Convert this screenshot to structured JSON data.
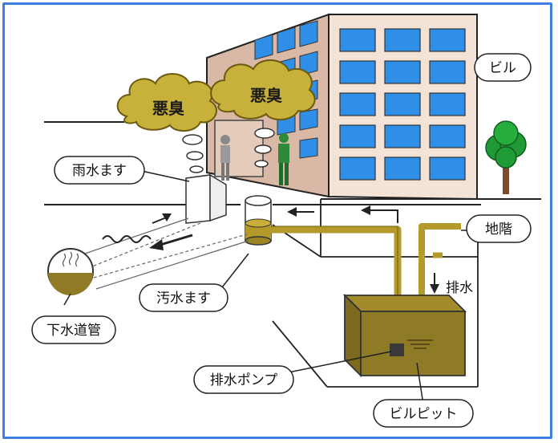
{
  "labels": {
    "building": "ビル",
    "basement": "地階",
    "rain_basin": "雨水ます",
    "sewage_basin": "汚水ます",
    "sewer_pipe": "下水道管",
    "drainage": "排水",
    "drain_pump": "排水ポンプ",
    "building_pit": "ビルピット"
  },
  "odor_clouds": [
    "悪臭",
    "悪臭"
  ],
  "colors": {
    "frame": "#3d7fe0",
    "building_wall": "#f3e2d6",
    "building_side": "#d9b9a6",
    "window": "#2f8fe6",
    "pipe": "#b39a2b",
    "tank": "#8f7a26",
    "cloud": "#c7b13a",
    "tree": "#1f9a35"
  }
}
